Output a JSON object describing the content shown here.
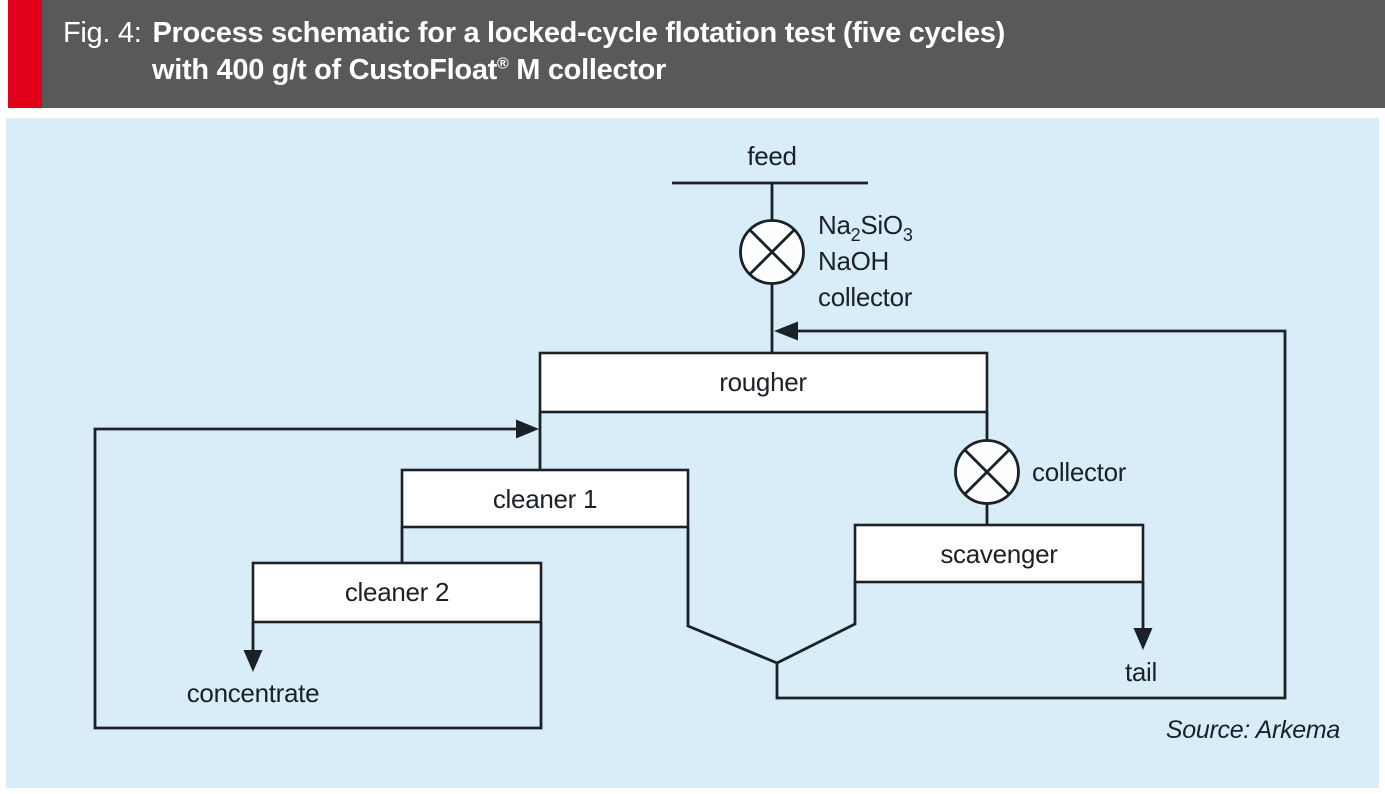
{
  "figure": {
    "label": "Fig. 4:",
    "title_line1": "Process schematic for a locked-cycle flotation test (five cycles)",
    "title_line2_pre": "with 400 g/t of CustoFloat",
    "title_line2_reg": "®",
    "title_line2_post": " M collector"
  },
  "diagram": {
    "feed_label": "feed",
    "reagents": {
      "formula_pre": "Na",
      "formula_sub1": "2",
      "formula_mid": "SiO",
      "formula_sub2": "3",
      "line2": "NaOH",
      "line3": "collector"
    },
    "boxes": {
      "rougher": "rougher",
      "cleaner1": "cleaner 1",
      "cleaner2": "cleaner 2",
      "scavenger": "scavenger"
    },
    "collector2_label": "collector",
    "outputs": {
      "concentrate": "concentrate",
      "tail": "tail"
    },
    "source": "Source: Arkema"
  },
  "colors": {
    "accent_red": "#e2001a",
    "header_gray": "#58595b",
    "panel_blue": "#d8edf8",
    "ink": "#1c2128"
  }
}
